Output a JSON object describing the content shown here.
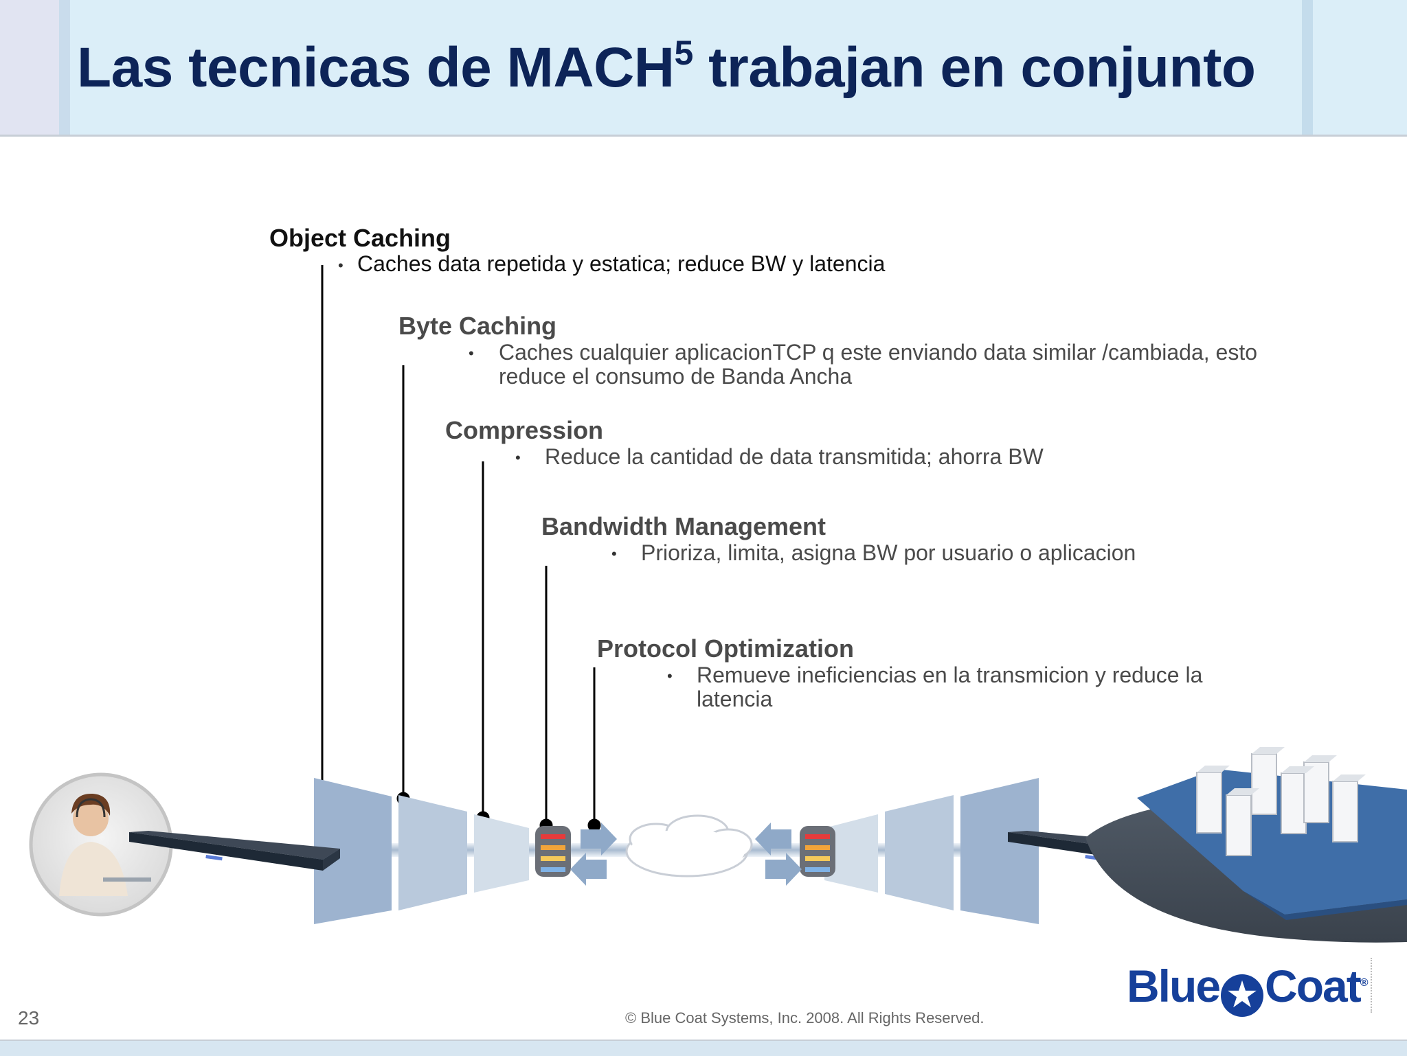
{
  "slide": {
    "title_main": "Las tecnicas de MACH",
    "title_sup": "5",
    "title_rest": " trabajan en conjunto",
    "page_number": "23",
    "copyright": "© Blue Coat Systems, Inc. 2008.  All Rights Reserved.",
    "logo": {
      "left": "Blue",
      "star": "★",
      "right": "Coat",
      "reg": "®"
    }
  },
  "techniques": [
    {
      "heading": "Object Caching",
      "bullet": "•",
      "text": "Caches data repetida y estatica; reduce BW y latencia"
    },
    {
      "heading": "Byte Caching",
      "bullet": "•",
      "text": "Caches cualquier aplicacionTCP q este enviando data similar /cambiada, esto reduce el consumo de Banda Ancha"
    },
    {
      "heading": "Compression",
      "bullet": "•",
      "text": "Reduce la cantidad de data transmitida; ahorra BW"
    },
    {
      "heading": "Bandwidth Management",
      "bullet": "•",
      "text": "Prioriza, limita, asigna BW por usuario o aplicacion"
    },
    {
      "heading": "Protocol Optimization",
      "bullet": "•",
      "text": "Remueve ineficiencias en la transmicion y reduce la latencia"
    }
  ],
  "colors": {
    "title": "#0d2458",
    "heading_first": "#111111",
    "heading": "#4a4a4a",
    "funnel": "#9db3cf",
    "logo": "#16409a"
  },
  "icons": [
    "user-headset-icon",
    "appliance-icon",
    "cloud-icon",
    "qos-queue-icon",
    "server-cluster-icon"
  ]
}
